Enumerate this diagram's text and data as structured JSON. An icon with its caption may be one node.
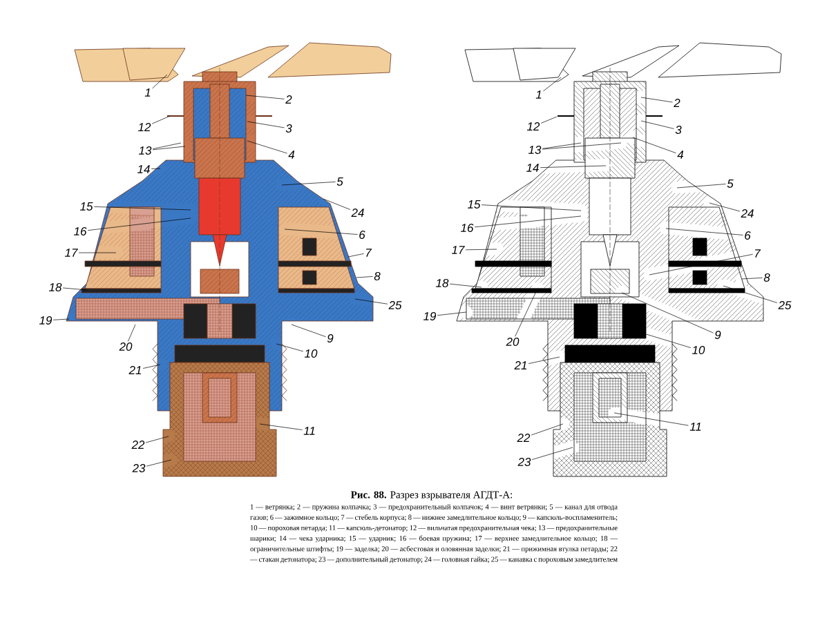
{
  "diagram": {
    "title": "**Рис. 88.** Разрез взрывателя АГДТ-А:",
    "caption": "1 — ветрянка; 2 — пружина колпачка; 3 — предохранительный колпачок; 4 — винт ветрянки; 5 — канал для отвода газов; 6 — зажимное кольцо; 7 — стебель корпуса; 8 — нижнее замедлительное кольцо; 9 — капсюль-воспламенитель; 10 — пороховая петарда; 11 — капсюль-детонатор; 12 — вильчатая предохранительная чека; 13 — предохранительные шарики; 14 — чека ударника; 15 — ударник; 16 — боевая пружина; 17 — верхнее замедлительное кольцо; 18 — ограничительные штифты; 19 — заделка; 20 — асбестовая и оловянная заделки; 21 — прижимная втулка петарды; 22 — стакан детонатора; 23 — дополнительный детонатор; 24 — головная гайка; 25 — канавка с пороховым замедлителем",
    "nodes": [
      {
        "text": [
          "1"
        ]
      },
      {
        "text": [
          "2"
        ]
      },
      {
        "text": [
          "12"
        ]
      },
      {
        "text": [
          "3"
        ]
      },
      {
        "text": [
          "13"
        ]
      },
      {
        "text": [
          "4"
        ]
      },
      {
        "text": [
          "14"
        ]
      },
      {
        "text": [
          "5"
        ]
      },
      {
        "text": [
          "15"
        ]
      },
      {
        "text": [
          "24"
        ]
      },
      {
        "text": [
          "16"
        ]
      },
      {
        "text": [
          "6"
        ]
      },
      {
        "text": [
          "17"
        ]
      },
      {
        "text": [
          "7"
        ]
      },
      {
        "text": [
          "18"
        ]
      },
      {
        "text": [
          "8"
        ]
      },
      {
        "text": [
          "25"
        ]
      },
      {
        "text": [
          "19"
        ]
      },
      {
        "text": [
          "20"
        ]
      },
      {
        "text": [
          "9"
        ]
      },
      {
        "text": [
          "10"
        ]
      },
      {
        "text": [
          "21"
        ]
      },
      {
        "text": [
          "11"
        ]
      },
      {
        "text": [
          "22"
        ]
      },
      {
        "text": [
          "23"
        ]
      },
      {
        "text": [
          "1"
        ]
      },
      {
        "text": [
          "2"
        ]
      },
      {
        "text": [
          "12"
        ]
      },
      {
        "text": [
          "3"
        ]
      },
      {
        "text": [
          "13"
        ]
      },
      {
        "text": [
          "4"
        ]
      },
      {
        "text": [
          "14"
        ]
      },
      {
        "text": [
          "5"
        ]
      },
      {
        "text": [
          "15"
        ]
      },
      {
        "text": [
          "24"
        ]
      },
      {
        "text": [
          "16"
        ]
      },
      {
        "text": [
          "6"
        ]
      },
      {
        "text": [
          "17"
        ]
      },
      {
        "text": [
          "7"
        ]
      },
      {
        "text": [
          "18"
        ]
      },
      {
        "text": [
          "8"
        ]
      },
      {
        "text": [
          "25"
        ]
      },
      {
        "text": [
          "19"
        ]
      },
      {
        "text": [
          "20"
        ]
      },
      {
        "text": [
          "9"
        ]
      },
      {
        "text": [
          "10"
        ]
      },
      {
        "text": [
          "21"
        ]
      },
      {
        "text": [
          "11"
        ]
      },
      {
        "text": [
          "22"
        ]
      },
      {
        "text": [
          "23"
        ]
      }
    ],
    "edges": [
      {
        "from": 0,
        "to": null,
        "arrow": "none"
      },
      {
        "from": 1,
        "to": null,
        "arrow": "none"
      },
      {
        "from": 2,
        "to": null,
        "arrow": "none"
      },
      {
        "from": 3,
        "to": null,
        "arrow": "none"
      },
      {
        "from": 4,
        "to": null,
        "arrow": "none"
      },
      {
        "from": 4,
        "to": null,
        "arrow": "none"
      },
      {
        "from": 5,
        "to": null,
        "arrow": "none"
      },
      {
        "from": 6,
        "to": null,
        "arrow": "none"
      },
      {
        "from": 7,
        "to": null,
        "arrow": "none"
      },
      {
        "from": 8,
        "to": null,
        "arrow": "none"
      },
      {
        "from": 9,
        "to": null,
        "arrow": "none"
      },
      {
        "from": 10,
        "to": null,
        "arrow": "none"
      },
      {
        "from": 11,
        "to": null,
        "arrow": "none"
      },
      {
        "from": 12,
        "to": null,
        "arrow": "none"
      },
      {
        "from": 13,
        "to": null,
        "arrow": "none"
      },
      {
        "from": 14,
        "to": null,
        "arrow": "none"
      },
      {
        "from": 15,
        "to": null,
        "arrow": "none"
      },
      {
        "from": 16,
        "to": null,
        "arrow": "none"
      },
      {
        "from": 17,
        "to": null,
        "arrow": "none"
      },
      {
        "from": 18,
        "to": null,
        "arrow": "none"
      },
      {
        "from": 19,
        "to": null,
        "arrow": "none"
      },
      {
        "from": 20,
        "to": null,
        "arrow": "none"
      },
      {
        "from": 21,
        "to": null,
        "arrow": "none"
      },
      {
        "from": 22,
        "to": null,
        "arrow": "none"
      },
      {
        "from": 23,
        "to": null,
        "arrow": "none"
      },
      {
        "from": 24,
        "to": null,
        "arrow": "none"
      },
      {
        "from": 25,
        "to": null,
        "arrow": "none"
      },
      {
        "from": 26,
        "to": null,
        "arrow": "none"
      },
      {
        "from": 27,
        "to": null,
        "arrow": "none"
      },
      {
        "from": 28,
        "to": null,
        "arrow": "none"
      },
      {
        "from": 29,
        "to": null,
        "arrow": "none"
      },
      {
        "from": 29,
        "to": null,
        "arrow": "none"
      },
      {
        "from": 30,
        "to": null,
        "arrow": "none"
      },
      {
        "from": 31,
        "to": null,
        "arrow": "none"
      },
      {
        "from": 32,
        "to": null,
        "arrow": "none"
      },
      {
        "from": 33,
        "to": null,
        "arrow": "none"
      },
      {
        "from": 34,
        "to": null,
        "arrow": "none"
      },
      {
        "from": 35,
        "to": null,
        "arrow": "none"
      },
      {
        "from": 36,
        "to": null,
        "arrow": "none"
      },
      {
        "from": 37,
        "to": null,
        "arrow": "none"
      },
      {
        "from": 38,
        "to": null,
        "arrow": "none"
      },
      {
        "from": 39,
        "to": null,
        "arrow": "none"
      },
      {
        "from": 40,
        "to": null,
        "arrow": "none"
      },
      {
        "from": 41,
        "to": null,
        "arrow": "none"
      },
      {
        "from": 42,
        "to": null,
        "arrow": "none"
      },
      {
        "from": 43,
        "to": null,
        "arrow": "none"
      },
      {
        "from": 44,
        "to": null,
        "arrow": "none"
      },
      {
        "from": 45,
        "to": null,
        "arrow": "none"
      },
      {
        "from": 46,
        "to": null,
        "arrow": "none"
      },
      {
        "from": 47,
        "to": null,
        "arrow": "none"
      },
      {
        "from": 48,
        "to": null,
        "arrow": "none"
      },
      {
        "from": 49,
        "to": null,
        "arrow": "none"
      }
    ]
  }
}
